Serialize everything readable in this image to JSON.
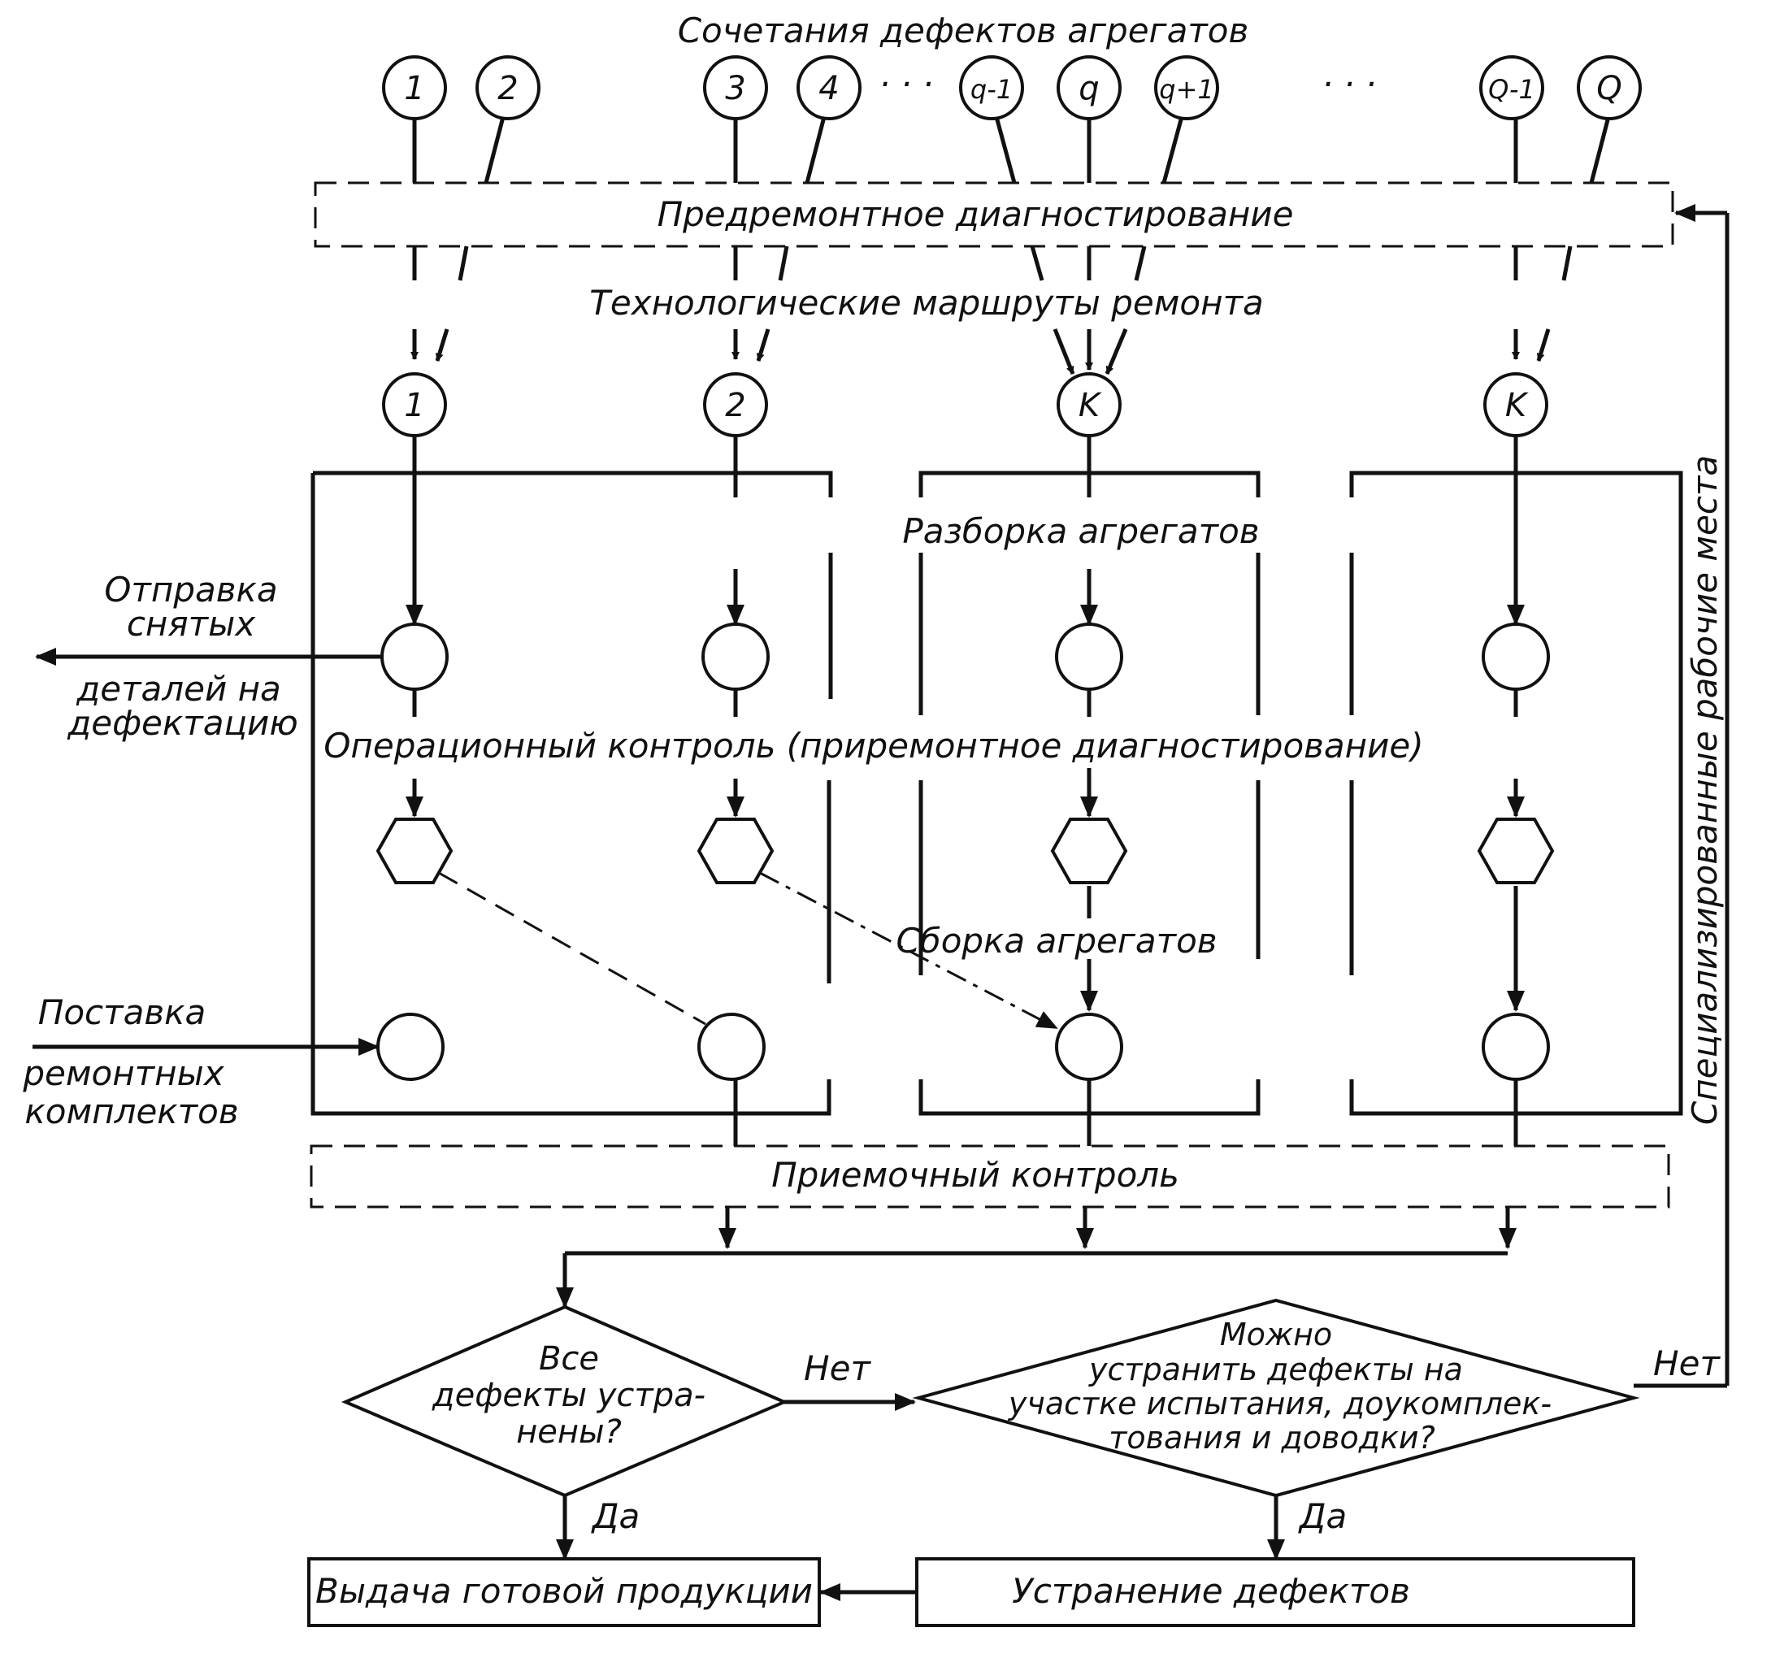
{
  "top_title": "Сочетания дефектов агрегатов",
  "defect_nodes": [
    "1",
    "2",
    "3",
    "4",
    "q-1",
    "q",
    "q+1",
    "Q-1",
    "Q"
  ],
  "ellipsis_1": "· · ·",
  "ellipsis_2": "· · ·",
  "pre_diag": "Предремонтное диагностирование",
  "routes_title": "Технологические маршруты ремонта",
  "route_nodes": [
    "1",
    "2",
    "K",
    "K"
  ],
  "disassembly": "Разборка агрегатов",
  "op_control": "Операционный контроль (приремонтное диагностирование)",
  "assembly": "Сборка агрегатов",
  "send_parts": [
    "Отправка",
    "снятых",
    "деталей на",
    "дефектацию"
  ],
  "supply": [
    "Поставка",
    "ремонтных",
    "комплектов"
  ],
  "workplaces": "Специализированные    рабочие места",
  "acceptance": "Приемочный контроль",
  "decision1": [
    "Все",
    "дефекты устра-",
    "нены?"
  ],
  "decision2": [
    "Можно",
    "устранить дефекты на",
    "участке испытания, доукомплек-",
    "тования и доводки?"
  ],
  "no_label_1": "Нет",
  "no_label_2": "Нет",
  "yes_label_1": "Да",
  "yes_label_2": "Да",
  "output": "Выдача готовой продукции",
  "fix": "Устранение дефектов"
}
